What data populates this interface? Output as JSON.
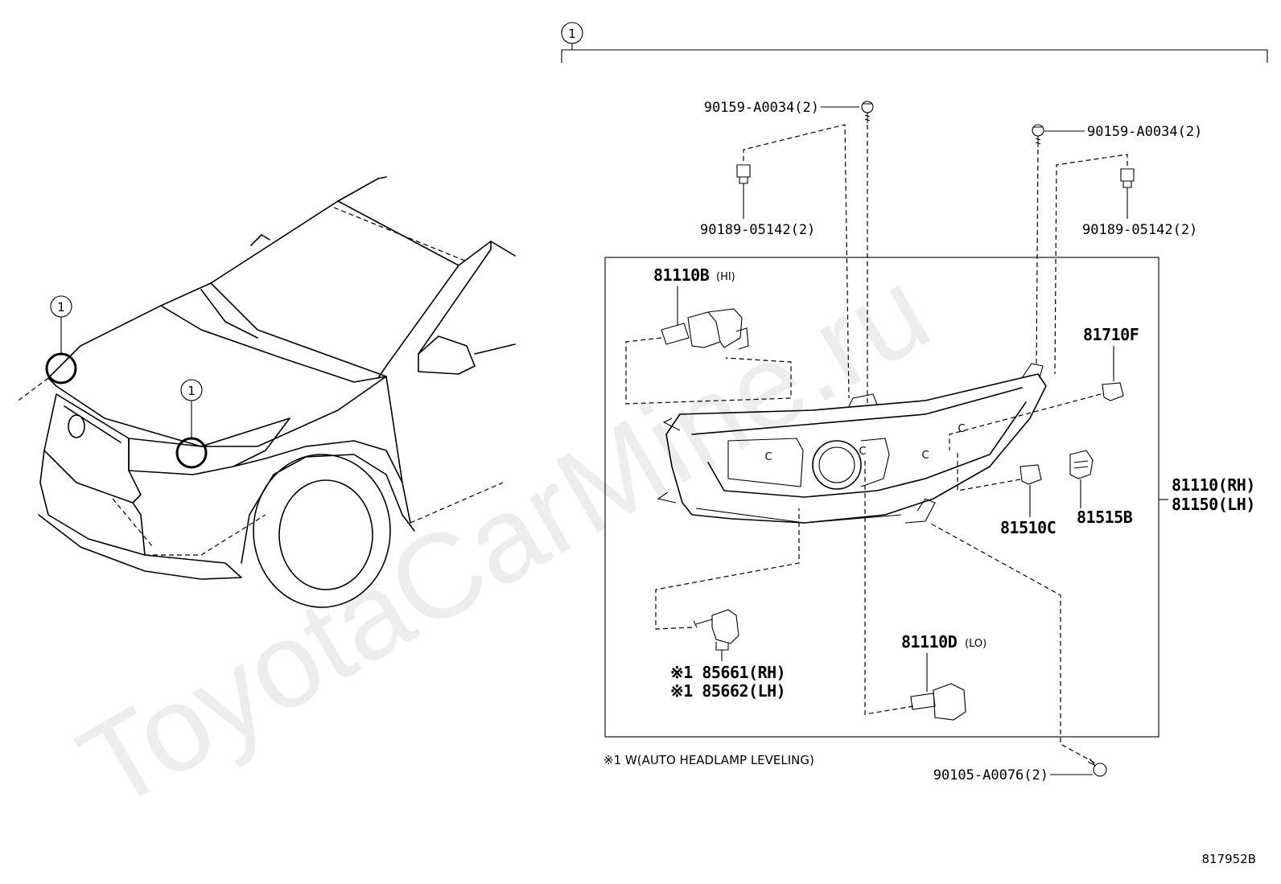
{
  "watermark": "ToyotaCarMine.ru",
  "diagram_code": "817952B",
  "callout_marker": "1",
  "footnote": "※1 W(AUTO HEADLAMP LEVELING)",
  "parts": {
    "bolt_top_left": "90159-A0034(2)",
    "bolt_top_right": "90159-A0034(2)",
    "nut_left": "90189-05142(2)",
    "nut_right": "90189-05142(2)",
    "bulb_hi": "81110B",
    "bulb_hi_note": "(HI)",
    "bulb_side": "81710F",
    "assembly_rh": "81110(RH)",
    "assembly_lh": "81150(LH)",
    "bulb_socket_b": "81515B",
    "bulb_c": "81510C",
    "leveling_rh": "※1 85661(RH)",
    "leveling_lh": "※1 85662(LH)",
    "bulb_lo": "81110D",
    "bulb_lo_note": "(LO)",
    "screw_bottom": "90105-A0076(2)"
  }
}
